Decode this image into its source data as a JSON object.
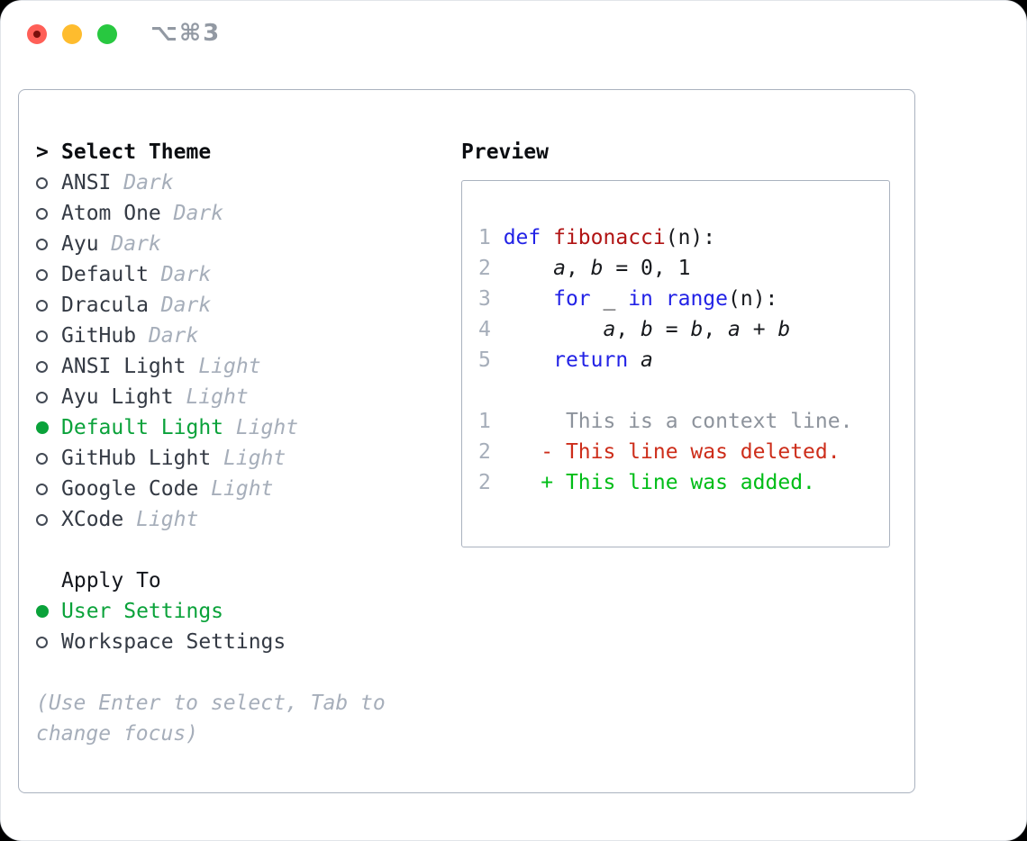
{
  "titlebar": {
    "shortcut": "⌥⌘3"
  },
  "window_controls": {
    "close": "#ff5f57",
    "minimize": "#febc2e",
    "zoom": "#28c840",
    "close_dot": "#7a100b"
  },
  "theme_picker": {
    "caret": ">",
    "heading": "Select Theme",
    "items": [
      {
        "name": "ANSI",
        "variant": "Dark",
        "selected": false
      },
      {
        "name": "Atom One",
        "variant": "Dark",
        "selected": false
      },
      {
        "name": "Ayu",
        "variant": "Dark",
        "selected": false
      },
      {
        "name": "Default",
        "variant": "Dark",
        "selected": false
      },
      {
        "name": "Dracula",
        "variant": "Dark",
        "selected": false
      },
      {
        "name": "GitHub",
        "variant": "Dark",
        "selected": false
      },
      {
        "name": "ANSI Light",
        "variant": "Light",
        "selected": false
      },
      {
        "name": "Ayu Light",
        "variant": "Light",
        "selected": false
      },
      {
        "name": "Default Light",
        "variant": "Light",
        "selected": true
      },
      {
        "name": "GitHub Light",
        "variant": "Light",
        "selected": false
      },
      {
        "name": "Google Code",
        "variant": "Light",
        "selected": false
      },
      {
        "name": "XCode",
        "variant": "Light",
        "selected": false
      }
    ]
  },
  "apply_to": {
    "heading": "Apply To",
    "options": [
      {
        "label": "User Settings",
        "selected": true
      },
      {
        "label": "Workspace Settings",
        "selected": false
      }
    ]
  },
  "help": {
    "line1": "(Use Enter to select, Tab to",
    "line2": "change focus)"
  },
  "preview": {
    "heading": "Preview",
    "python": [
      {
        "num": "1",
        "tokens": [
          {
            "c": "kw",
            "t": "def"
          },
          {
            "c": "pl",
            "t": " "
          },
          {
            "c": "fn",
            "t": "fibonacci"
          },
          {
            "c": "pl",
            "t": "(n):"
          }
        ]
      },
      {
        "num": "2",
        "tokens": [
          {
            "c": "pl",
            "t": "    "
          },
          {
            "c": "var",
            "t": "a"
          },
          {
            "c": "pl",
            "t": ", "
          },
          {
            "c": "var",
            "t": "b"
          },
          {
            "c": "pl",
            "t": " = 0, 1"
          }
        ]
      },
      {
        "num": "3",
        "tokens": [
          {
            "c": "pl",
            "t": "    "
          },
          {
            "c": "kw",
            "t": "for"
          },
          {
            "c": "pl",
            "t": " _ "
          },
          {
            "c": "kw",
            "t": "in"
          },
          {
            "c": "pl",
            "t": " "
          },
          {
            "c": "kw",
            "t": "range"
          },
          {
            "c": "pl",
            "t": "(n):"
          }
        ]
      },
      {
        "num": "4",
        "tokens": [
          {
            "c": "pl",
            "t": "        "
          },
          {
            "c": "var",
            "t": "a"
          },
          {
            "c": "pl",
            "t": ", "
          },
          {
            "c": "var",
            "t": "b"
          },
          {
            "c": "pl",
            "t": " = "
          },
          {
            "c": "var",
            "t": "b"
          },
          {
            "c": "pl",
            "t": ", "
          },
          {
            "c": "var",
            "t": "a"
          },
          {
            "c": "pl",
            "t": " + "
          },
          {
            "c": "var",
            "t": "b"
          }
        ]
      },
      {
        "num": "5",
        "tokens": [
          {
            "c": "pl",
            "t": "    "
          },
          {
            "c": "kw",
            "t": "return"
          },
          {
            "c": "pl",
            "t": " "
          },
          {
            "c": "var",
            "t": "a"
          }
        ]
      }
    ],
    "diff": [
      {
        "num": "1",
        "kind": "context",
        "text": "     This is a context line."
      },
      {
        "num": "2",
        "kind": "deleted",
        "text": "   - This line was deleted."
      },
      {
        "num": "2",
        "kind": "added",
        "text": "   + This line was added."
      }
    ]
  },
  "colors": {
    "keyword": "#2222e6",
    "function_name": "#b11414",
    "plain_code": "#17191d",
    "line_number": "#a6aeba",
    "diff_context": "#8d939c",
    "diff_deleted": "#cd2d1a",
    "diff_added": "#00bd17",
    "selection_green": "#0aa23a",
    "muted_gray": "#a6aeba"
  }
}
